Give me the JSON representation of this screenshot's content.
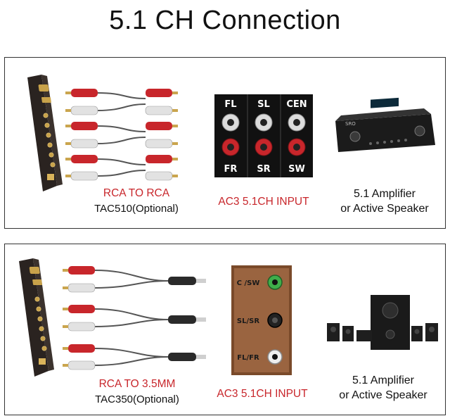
{
  "title": "5.1 CH Connection",
  "panel1": {
    "cable_name": "RCA TO RCA",
    "cable_model": "TAC510(Optional)",
    "input_title": "AC3 5.1CH INPUT",
    "device_line1": "5.1 Amplifier",
    "device_line2": "or Active Speaker",
    "jack_labels_top": [
      "FL",
      "SL",
      "CEN"
    ],
    "jack_labels_bottom": [
      "FR",
      "SR",
      "SW"
    ],
    "amp_brand": "SRO"
  },
  "panel2": {
    "cable_name": "RCA TO 3.5MM",
    "cable_model": "TAC350(Optional)",
    "input_title": "AC3 5.1CH INPUT",
    "device_line1": "5.1 Amplifier",
    "device_line2": "or Active Speaker",
    "jack_labels": [
      "C /SW",
      "SL/SR",
      "FL/FR"
    ]
  },
  "colors": {
    "rca_red": "#c8262b",
    "rca_white": "#e8e8e8",
    "decoder_body": "#2a2320",
    "decoder_accent": "#c8a24a",
    "jack_green": "#3fae4a",
    "jack_black": "#222222",
    "jack_white": "#eeeeee"
  }
}
